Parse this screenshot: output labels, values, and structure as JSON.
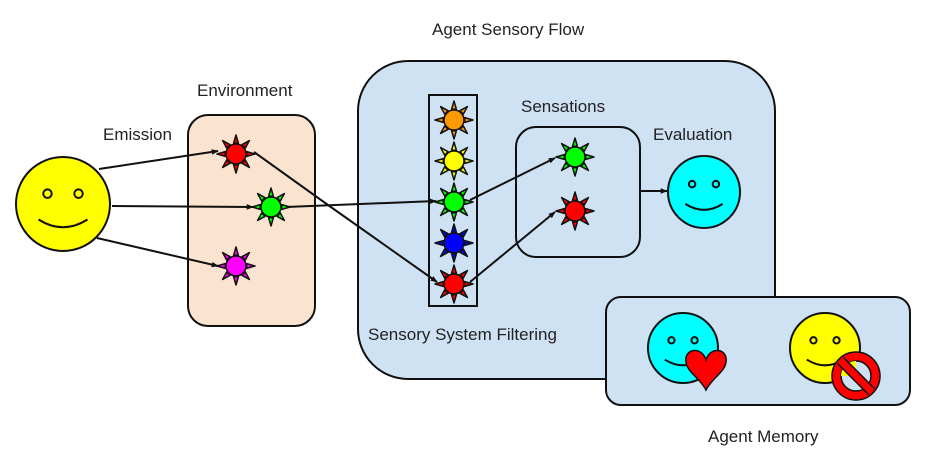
{
  "title": "Agent Sensory Flow",
  "labels": {
    "emission": "Emission",
    "environment": "Environment",
    "sensations": "Sensations",
    "evaluation": "Evaluation",
    "filtering": "Sensory System Filtering",
    "memory": "Agent Memory"
  },
  "colors": {
    "environment_bg": "#fbe4cf",
    "agent_bg": "#cfe2f3",
    "emitter_face": "#ffff00",
    "evaluator_face": "#00ffff",
    "heart": "#ff0000",
    "prohibited": "#ff0000"
  },
  "environment_stimuli": [
    {
      "name": "red",
      "color": "#ff0000"
    },
    {
      "name": "green",
      "color": "#00ff00"
    },
    {
      "name": "magenta",
      "color": "#ff00ff"
    }
  ],
  "filter_stimuli": [
    {
      "name": "orange",
      "color": "#ff9900"
    },
    {
      "name": "yellow",
      "color": "#ffff00"
    },
    {
      "name": "green",
      "color": "#00ff00"
    },
    {
      "name": "blue",
      "color": "#0000ff"
    },
    {
      "name": "red",
      "color": "#ff0000"
    }
  ],
  "sensation_stimuli": [
    {
      "name": "green",
      "color": "#00ff00"
    },
    {
      "name": "red",
      "color": "#ff0000"
    }
  ],
  "memory": [
    {
      "name": "liked-agent",
      "face": "#00ffff",
      "badge": "heart"
    },
    {
      "name": "disliked-agent",
      "face": "#ffff00",
      "badge": "prohibited"
    }
  ]
}
